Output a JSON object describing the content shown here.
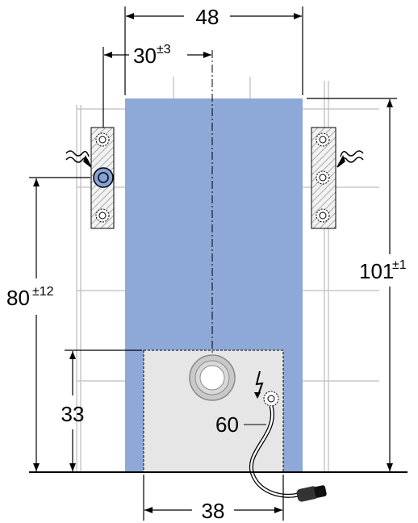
{
  "dimensions": {
    "overall_width": "48",
    "axis_offset": "30",
    "axis_offset_tol": "±3",
    "total_height": "101",
    "total_height_tol": "±1",
    "connection_height": "80",
    "connection_height_tol": "±12",
    "access_panel_height": "33",
    "access_panel_width": "38",
    "cable_callout": "60"
  },
  "colors": {
    "frame": "#8ea9d8",
    "panel": "#e6e6e6",
    "valve": "#86a3d6",
    "line": "#000000"
  },
  "icons": {
    "water_supply": "wavy-arrow-icon",
    "electric": "lightning-icon",
    "power_plug": "plug-icon"
  }
}
